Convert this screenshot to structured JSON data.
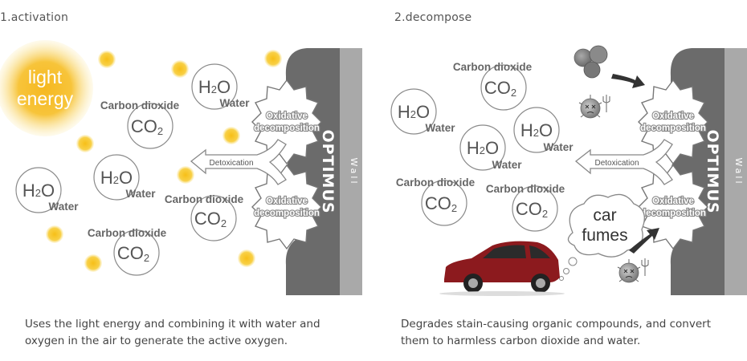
{
  "panels": [
    {
      "title": "1.activation",
      "caption_line1": "Uses the light energy and combining it with water and",
      "caption_line2": "oxygen in the air to generate the active oxygen.",
      "light_line1": "light",
      "light_line2": "energy"
    },
    {
      "title": "2.decompose",
      "caption_line1": "Degrades stain-causing organic compounds, and convert",
      "caption_line2": "them to harmless carbon dioxide and water.",
      "fumes_line1": "car",
      "fumes_line2": "fumes"
    }
  ],
  "labels": {
    "carbon_dioxide": "Carbon dioxide",
    "water": "Water",
    "co2_main": "CO",
    "co2_sub": "2",
    "h2o_h": "H",
    "h2o_sub": "2",
    "h2o_o": "O",
    "detoxication": "Detoxication",
    "oxidative_line1": "Oxidative",
    "oxidative_line2": "decomposition",
    "optimus": "OPTIMUS",
    "wall": "Wall"
  },
  "colors": {
    "sun": "#f7c21e",
    "wall_dark": "#6b6b6b",
    "wall_light": "#a9a9a9",
    "car": "#8c1a1e"
  }
}
